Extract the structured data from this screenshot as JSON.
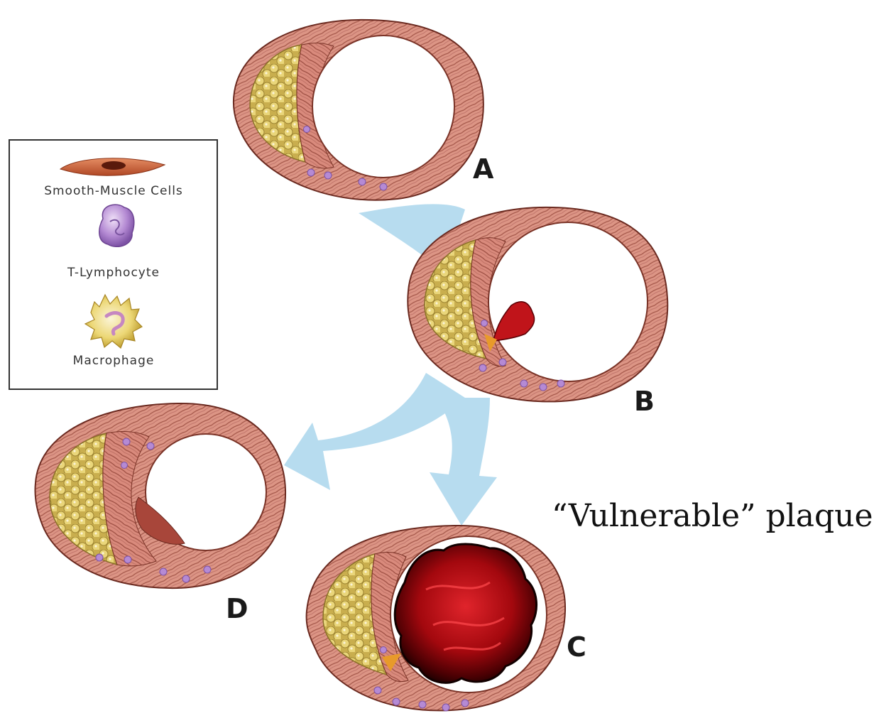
{
  "legend": {
    "items": [
      {
        "label": "Smooth-Muscle Cells",
        "icon": "smooth-muscle-cell-icon"
      },
      {
        "label": "T-Lymphocyte",
        "icon": "t-lymphocyte-icon"
      },
      {
        "label": "Macrophage",
        "icon": "macrophage-icon"
      }
    ]
  },
  "panels": {
    "a": {
      "label": "A"
    },
    "b": {
      "label": "B"
    },
    "c": {
      "label": "C"
    },
    "d": {
      "label": "D"
    }
  },
  "caption": "“Vulnerable” plaque",
  "colors": {
    "vessel_wall": "#d98f80",
    "vessel_wall_stroke": "#6b2a20",
    "muscle_fiber": "#a8574a",
    "lumen": "#ffffff",
    "lipid_core": "#e3cf72",
    "macrophage": "#e5cc5e",
    "t_lymphocyte": "#a77ac9",
    "thrombus": "#c4161c",
    "thrombus_dark": "#1a0000",
    "arrow": "#b7dcef",
    "legend_border": "#333333"
  }
}
